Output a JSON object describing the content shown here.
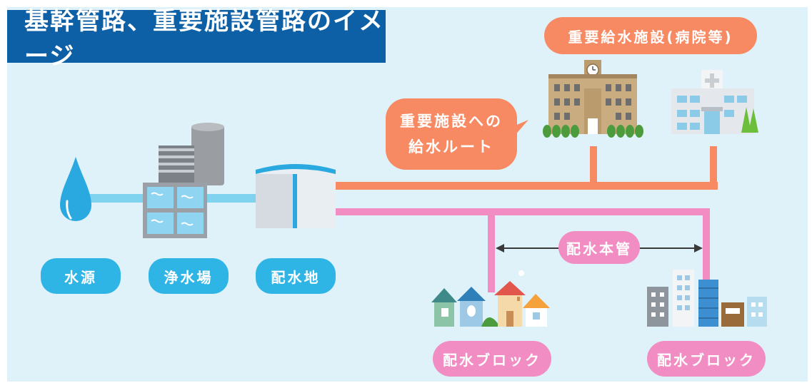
{
  "title": "基幹管路、重要施設管路のイメージ",
  "labels": {
    "water_source": "水源",
    "purification_plant": "浄水場",
    "distribution_reservoir": "配水地",
    "important_facility": "重要給水施設(病院等)",
    "route_line1": "重要施設への",
    "route_line2": "給水ルート",
    "main_pipe": "配水本管",
    "block_left": "配水ブロック",
    "block_right": "配水ブロック"
  },
  "colors": {
    "title_bg": "#0d5fa6",
    "background": "#dff2f9",
    "orange_route": "#f78a62",
    "pink_pipe": "#f18dc3",
    "blue_pill": "#2fb5e5",
    "water": "#29a9e0"
  },
  "icons": [
    "water-drop-icon",
    "purification-plant-icon",
    "reservoir-tank-icon",
    "school-building-icon",
    "hospital-icon",
    "houses-icon",
    "city-buildings-icon"
  ]
}
